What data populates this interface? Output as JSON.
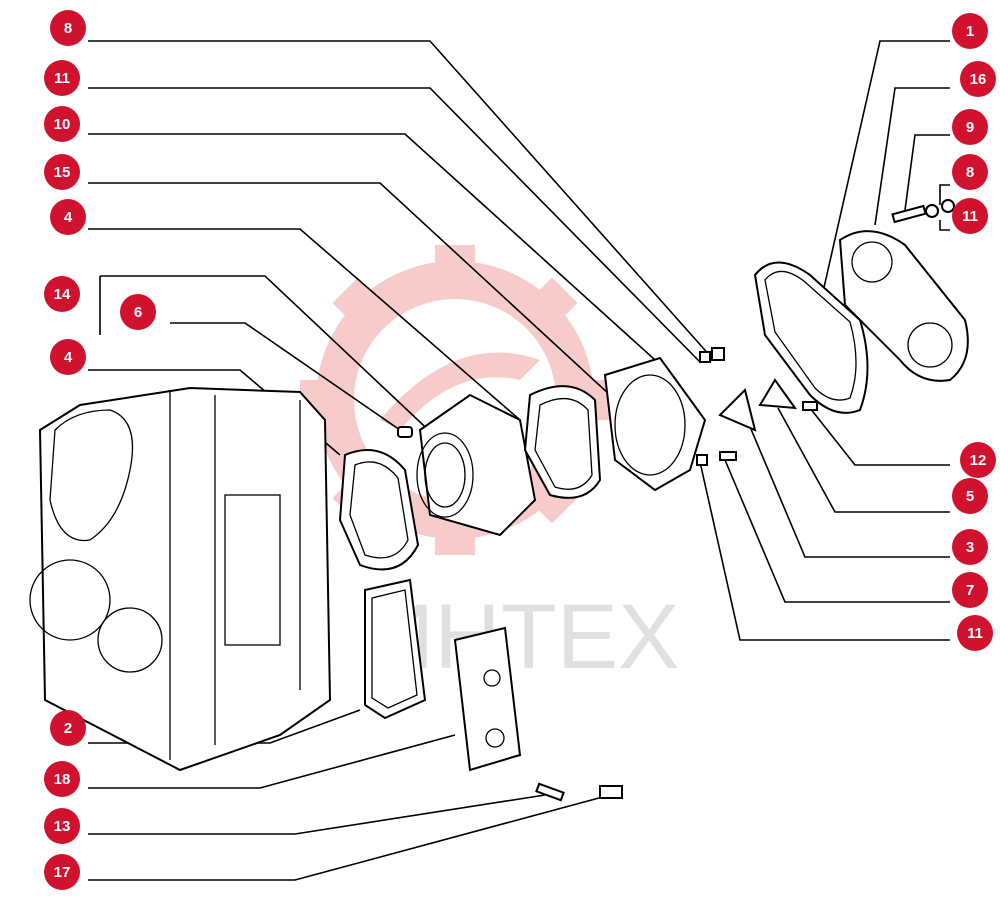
{
  "watermark": {
    "text": "ИНТЕХ",
    "logo_color": "#f4a9a9",
    "text_color": "#c8c8c8"
  },
  "badge_color": "#d0122e",
  "callouts": [
    {
      "id": "c-8-top",
      "label": "8"
    },
    {
      "id": "c-11-top",
      "label": "11"
    },
    {
      "id": "c-10",
      "label": "10"
    },
    {
      "id": "c-15",
      "label": "15"
    },
    {
      "id": "c-4-top",
      "label": "4"
    },
    {
      "id": "c-14",
      "label": "14"
    },
    {
      "id": "c-6",
      "label": "6"
    },
    {
      "id": "c-4-mid",
      "label": "4"
    },
    {
      "id": "c-2",
      "label": "2"
    },
    {
      "id": "c-18",
      "label": "18"
    },
    {
      "id": "c-13",
      "label": "13"
    },
    {
      "id": "c-17",
      "label": "17"
    },
    {
      "id": "c-1",
      "label": "1"
    },
    {
      "id": "c-16",
      "label": "16"
    },
    {
      "id": "c-9",
      "label": "9"
    },
    {
      "id": "c-8-right",
      "label": "8"
    },
    {
      "id": "c-11-right",
      "label": "11"
    },
    {
      "id": "c-12",
      "label": "12"
    },
    {
      "id": "c-5",
      "label": "5"
    },
    {
      "id": "c-3",
      "label": "3"
    },
    {
      "id": "c-7",
      "label": "7"
    },
    {
      "id": "c-11-bottom",
      "label": "11"
    }
  ]
}
